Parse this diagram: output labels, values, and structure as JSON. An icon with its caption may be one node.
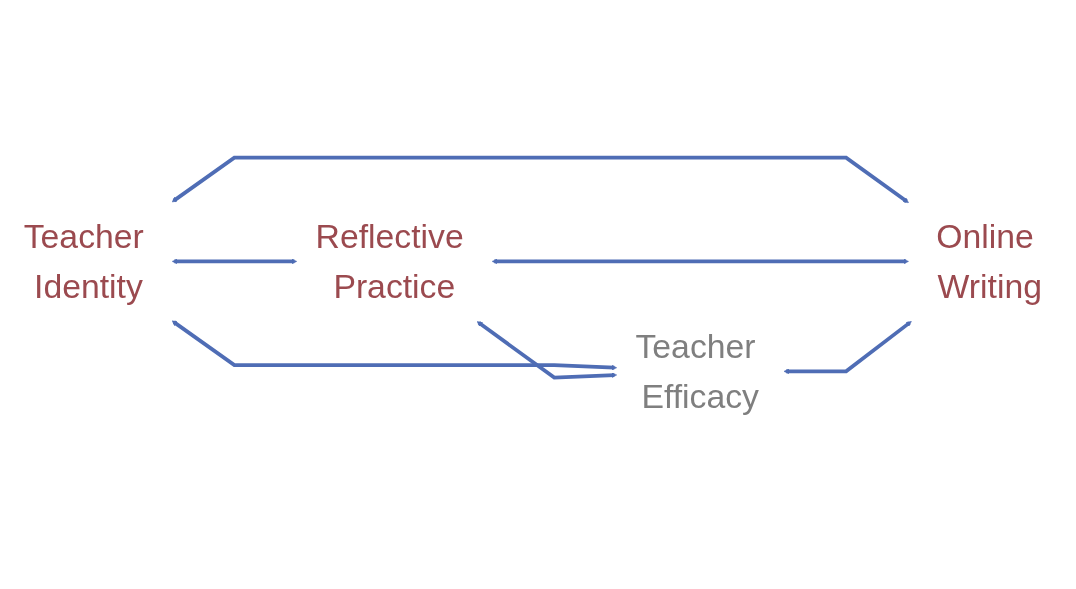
{
  "diagram": {
    "nodes": [
      {
        "text": [
          "Teacher Identity"
        ]
      },
      {
        "text": [
          "Reflective Practice"
        ]
      },
      {
        "text": [
          "Teacher Efficacy"
        ]
      },
      {
        "text": [
          "Online Writing"
        ]
      }
    ],
    "edges": [
      {
        "from": 0,
        "to": 1,
        "arrow": "both"
      },
      {
        "from": 0,
        "to": 2,
        "arrow": "both"
      },
      {
        "from": 0,
        "to": 3,
        "arrow": "both"
      },
      {
        "from": 1,
        "to": 2,
        "arrow": "both"
      },
      {
        "from": 1,
        "to": 3,
        "arrow": "both"
      },
      {
        "from": 2,
        "to": 3,
        "arrow": "both"
      }
    ]
  }
}
